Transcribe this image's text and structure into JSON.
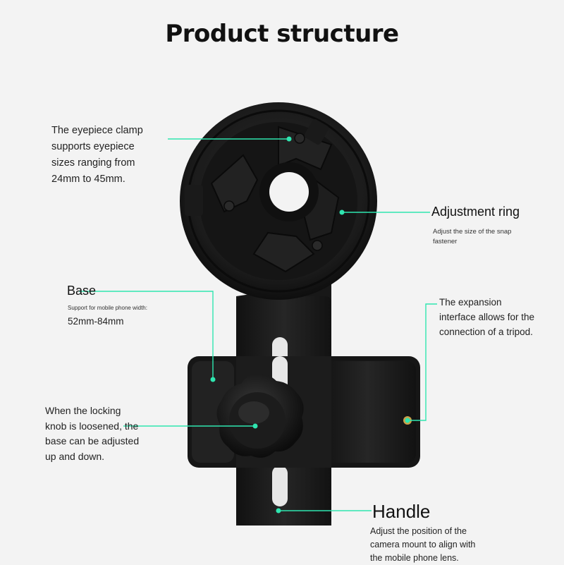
{
  "title": "Product structure",
  "callouts": {
    "eyepiece": {
      "lines": [
        "The eyepiece clamp",
        "supports eyepiece",
        "sizes ranging from",
        "24mm to 45mm."
      ]
    },
    "adjustment_ring": {
      "label": "Adjustment ring",
      "desc_lines": [
        "Adjust the size of the snap",
        "fastener"
      ]
    },
    "base": {
      "label": "Base",
      "desc": "Support for mobile phone width:",
      "value": "52mm-84mm"
    },
    "expansion": {
      "lines": [
        "The expansion",
        "interface allows for the",
        "connection of a tripod."
      ]
    },
    "locking_knob": {
      "lines": [
        "When the locking",
        "knob is loosened, the",
        "base can be adjusted",
        "up and down."
      ]
    },
    "handle": {
      "label": "Handle",
      "desc_lines": [
        "Adjust the position of the",
        "camera mount to align with",
        "the mobile phone lens."
      ]
    }
  },
  "colors": {
    "background": "#f3f3f3",
    "leader_line": "#2fe6b0",
    "product": "#1a1a1a",
    "brass_insert": "#c9a24a"
  }
}
